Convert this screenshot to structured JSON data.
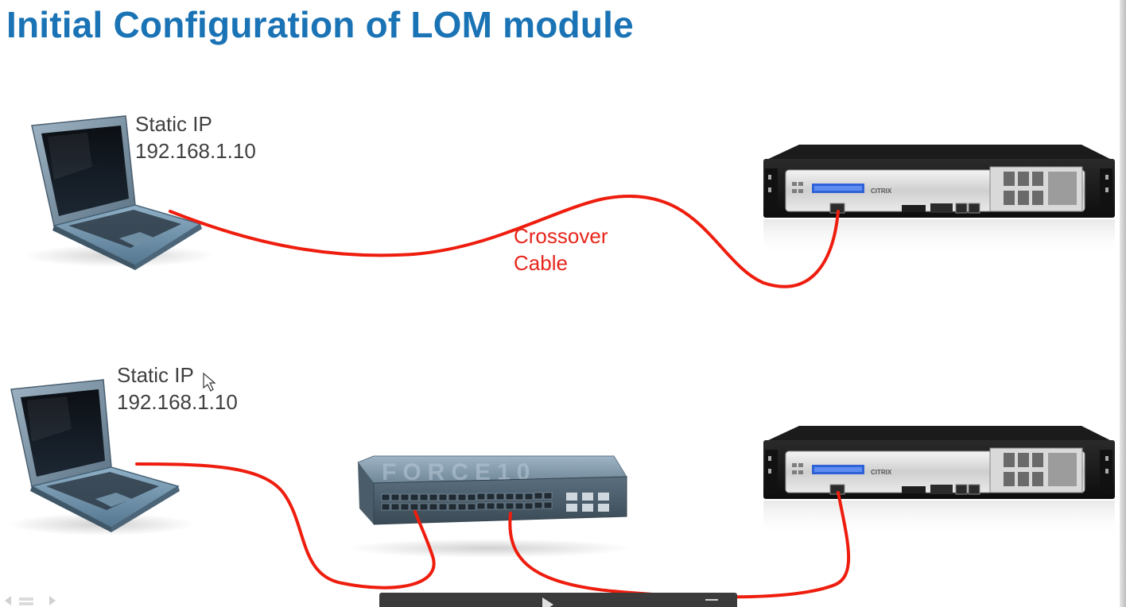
{
  "slide": {
    "title": "Initial Configuration of LOM module"
  },
  "scenario_top": {
    "laptop_label_line1": "Static IP",
    "laptop_label_line2": "192.168.1.10",
    "cable_label_line1": "Crossover",
    "cable_label_line2": "Cable",
    "appliance_brand": "CITRIX"
  },
  "scenario_bottom": {
    "laptop_label_line1": "Static IP",
    "laptop_label_line2": "192.168.1.10",
    "switch_brand": "FORCE10",
    "appliance_brand": "CITRIX"
  },
  "colors": {
    "title": "#1a73b5",
    "cable": "#ee1d0e",
    "text": "#404040"
  },
  "player": {
    "play_icon": "play-icon"
  }
}
